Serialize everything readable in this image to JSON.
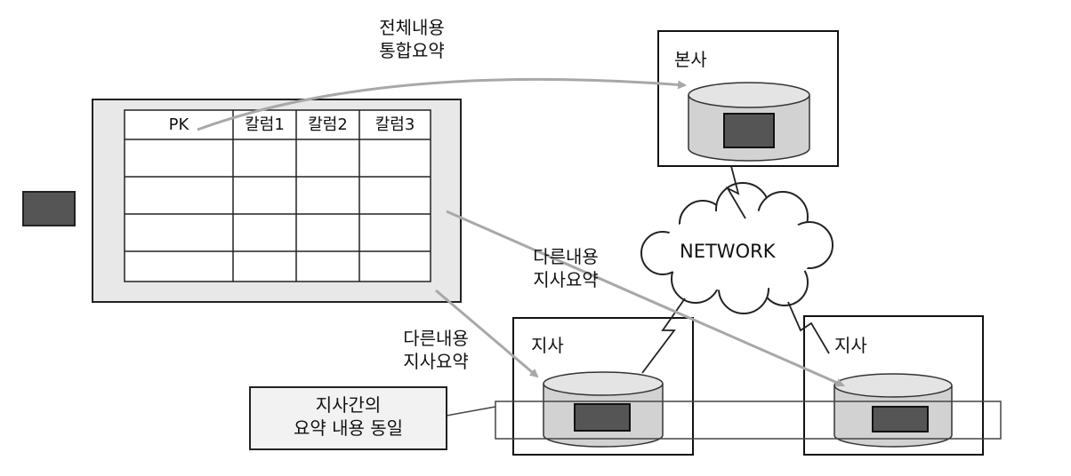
{
  "diagram": {
    "arrow_labels": {
      "full_summary": [
        "전체내용",
        "통합요약"
      ],
      "branch_summary_right": [
        "다른내용",
        "지사요약"
      ],
      "branch_summary_left": [
        "다른내용",
        "지사요약"
      ]
    },
    "table": {
      "headers": [
        "PK",
        "칼럼1",
        "칼럼2",
        "칼럼3"
      ],
      "rows": [
        [
          "",
          "",
          "",
          ""
        ],
        [
          "",
          "",
          "",
          ""
        ],
        [
          "",
          "",
          "",
          ""
        ],
        [
          "",
          "",
          "",
          ""
        ]
      ]
    },
    "headquarters": {
      "label": "본사"
    },
    "network": {
      "label": "NETWORK"
    },
    "branch_left": {
      "label": "지사"
    },
    "branch_right": {
      "label": "지사"
    },
    "note": [
      "지사간의",
      "요약 내용 동일"
    ]
  },
  "colors": {
    "arrow": "#a8a8a8",
    "table_panel": "#e8e8e8",
    "db_fill": "#d2d2d2",
    "block": "#555555",
    "outline": "#1a1a1a"
  }
}
